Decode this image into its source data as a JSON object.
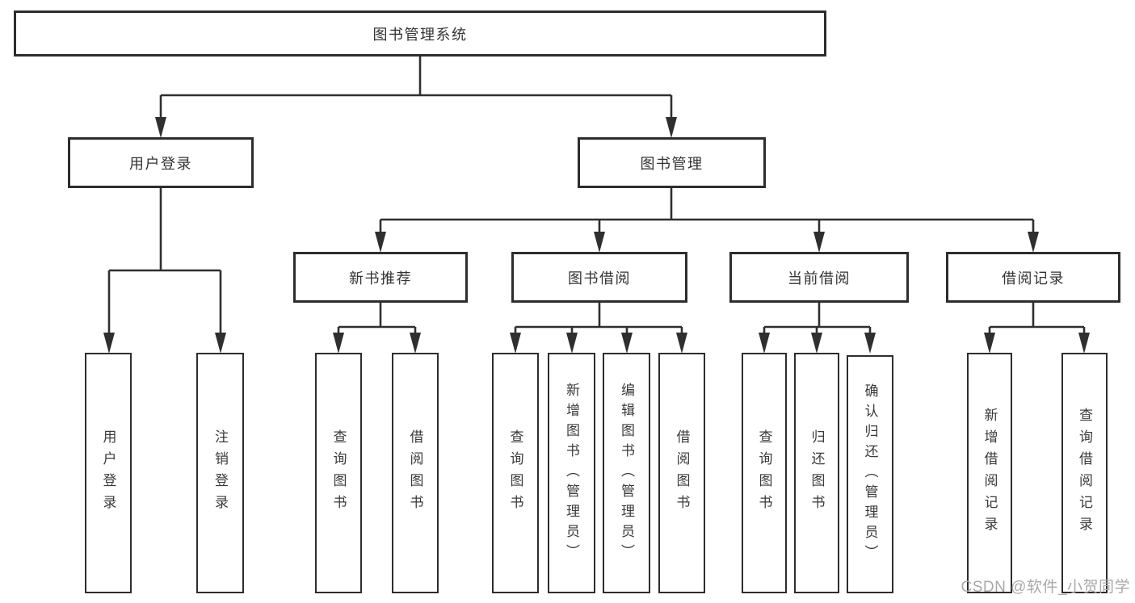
{
  "diagram_title": "图书管理系统",
  "nodes": {
    "root": "图书管理系统",
    "user_login": "用户登录",
    "book_mgmt": "图书管理",
    "new_books": "新书推荐",
    "book_borrow": "图书借阅",
    "current_borrow": "当前借阅",
    "borrow_records": "借阅记录",
    "leaf_user_login": "用户登录",
    "leaf_logout": "注销登录",
    "nb_query_books": "查询图书",
    "nb_borrow_books": "借阅图书",
    "bb_query_books": "查询图书",
    "bb_add_books": "新增图书（管理员）",
    "bb_edit_books": "编辑图书（管理员）",
    "bb_borrow_books": "借阅图书",
    "cb_query_books": "查询图书",
    "cb_return_books": "归还图书",
    "cb_confirm_return": "确认归还（管理员）",
    "br_add_record": "新增借阅记录",
    "br_query_record": "查询借阅记录"
  },
  "watermark": "CSDN @软件_小贺同学",
  "colors": {
    "line": "#2f2f2f",
    "box_border": "#2d2d2d",
    "box_fill": "#ffffff",
    "text": "#3a3a3a",
    "watermark": "#a9a9a9"
  }
}
